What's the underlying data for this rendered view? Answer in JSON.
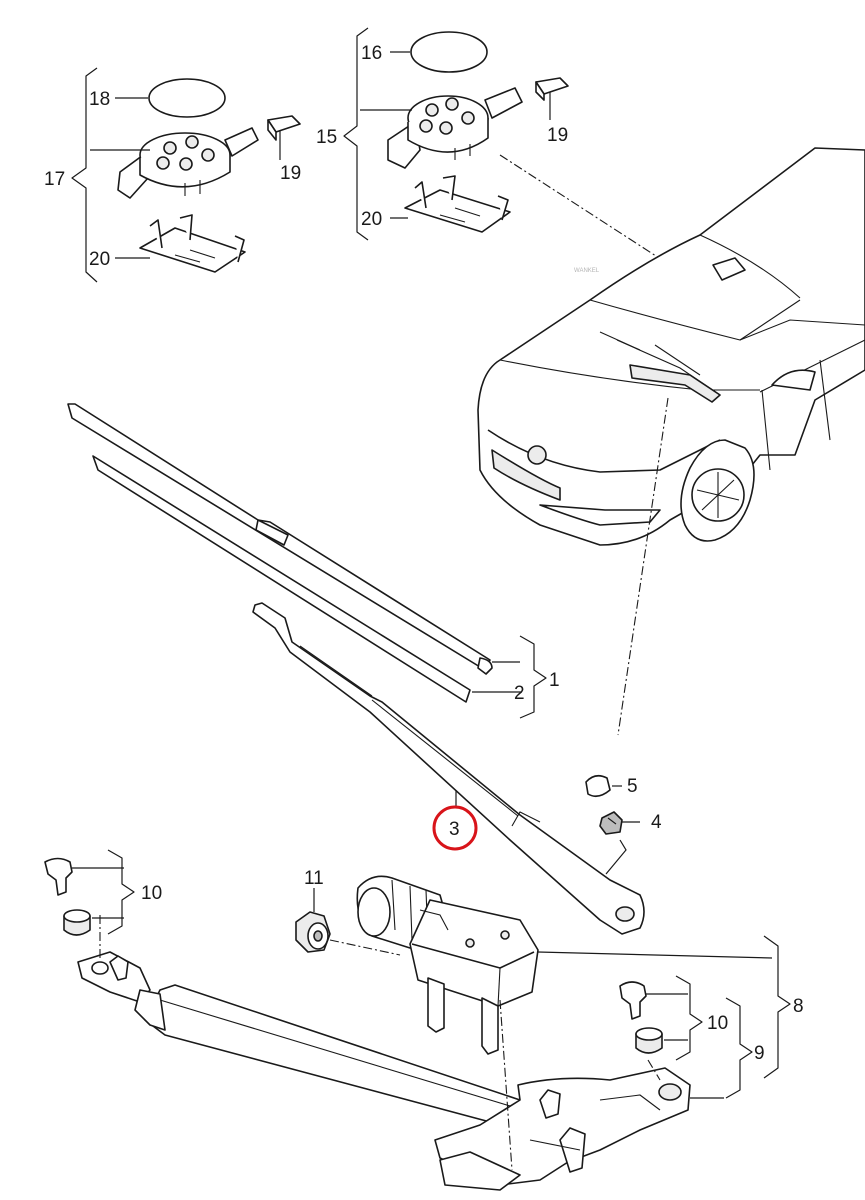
{
  "diagram": {
    "callouts": {
      "c1": "1",
      "c2": "2",
      "c3": "3",
      "c4": "4",
      "c5": "5",
      "c8": "8",
      "c9": "9",
      "c10a": "10",
      "c10b": "10",
      "c11": "11",
      "c15": "15",
      "c16": "16",
      "c17": "17",
      "c18": "18",
      "c19a": "19",
      "c19b": "19",
      "c20a": "20",
      "c20b": "20"
    },
    "highlighted_callout": "3",
    "colors": {
      "line": "#1a1a1a",
      "highlight": "#d8141a",
      "background": "#ffffff"
    }
  }
}
